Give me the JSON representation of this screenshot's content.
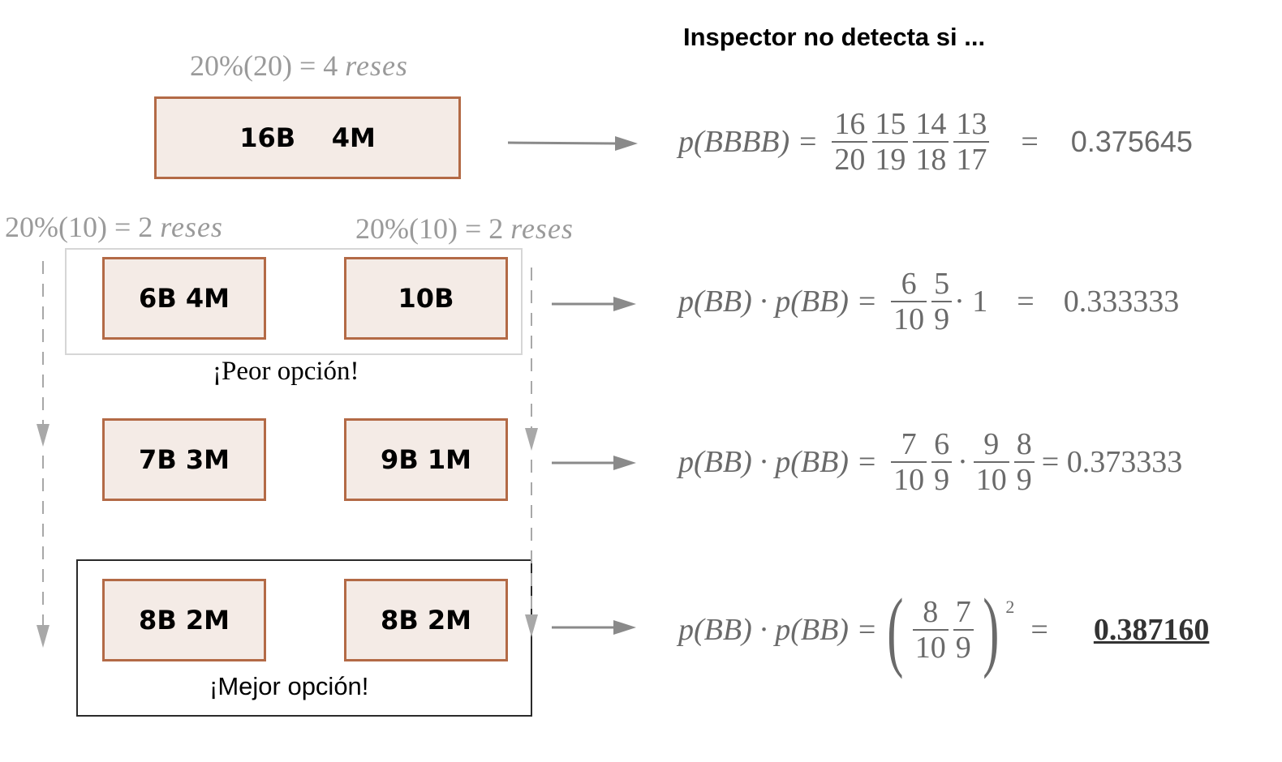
{
  "title": "Inspector no detecta si ...",
  "rows": [
    {
      "note": {
        "pre": "20%(20) = 4 ",
        "unit": "reses"
      },
      "boxes": [
        "16B    4M"
      ],
      "lhs": "p(BBBB) =",
      "fractions": [
        [
          "16",
          "20"
        ],
        [
          "15",
          "19"
        ],
        [
          "14",
          "18"
        ],
        [
          "13",
          "17"
        ]
      ],
      "result": "0.375645"
    },
    {
      "notes": [
        {
          "pre": "20%(10) = 2 ",
          "unit": "reses"
        },
        {
          "pre": "20%(10) = 2 ",
          "unit": "reses"
        }
      ],
      "boxes": [
        "6B 4M",
        "10B"
      ],
      "caption": "¡Peor opción!",
      "lhs": "p(BB) · p(BB) =",
      "fractions": [
        [
          "6",
          "10"
        ],
        [
          "5",
          "9"
        ]
      ],
      "factor": "· 1",
      "result": "0.333333"
    },
    {
      "boxes": [
        "7B 3M",
        "9B 1M"
      ],
      "lhs": "p(BB) · p(BB) =",
      "fractions_a": [
        [
          "7",
          "10"
        ],
        [
          "6",
          "9"
        ]
      ],
      "dot": "·",
      "fractions_b": [
        [
          "9",
          "10"
        ],
        [
          "8",
          "9"
        ]
      ],
      "result": "= 0.373333"
    },
    {
      "boxes": [
        "8B 2M",
        "8B 2M"
      ],
      "caption": "¡Mejor opción!",
      "lhs": "p(BB) · p(BB) =",
      "fractions": [
        [
          "8",
          "10"
        ],
        [
          "7",
          "9"
        ]
      ],
      "exponent": "2",
      "result": "0.387160"
    }
  ],
  "equals": "=",
  "colors": {
    "box_border": "#b36a46",
    "box_fill": "#f4ebe6",
    "arrow": "#8a8a8a",
    "note_text": "#9a9a9a"
  }
}
